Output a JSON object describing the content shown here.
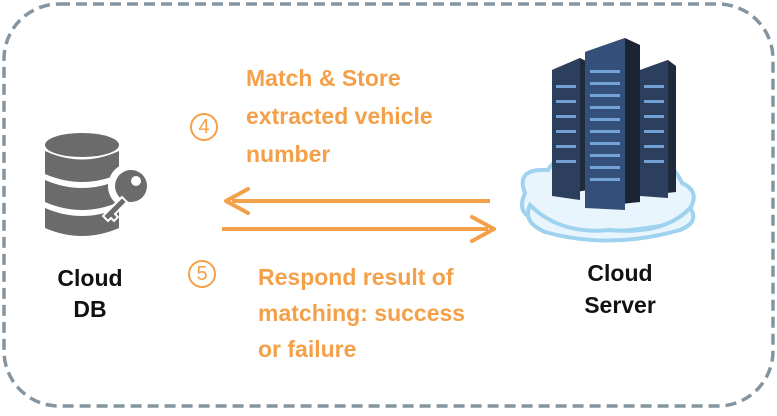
{
  "db": {
    "label_line1": "Cloud",
    "label_line2": "DB",
    "icon": "database-key-icon"
  },
  "server": {
    "label_line1": "Cloud",
    "label_line2": "Server",
    "icon": "cloud-server-icon"
  },
  "step4": {
    "number": "4",
    "line1": "Match & Store",
    "line2": "extracted vehicle",
    "line3": "number"
  },
  "step5": {
    "number": "5",
    "line1": "Respond result of",
    "line2": "matching: success",
    "line3": "or failure"
  },
  "colors": {
    "accent": "#f4a049",
    "border": "#8495a1",
    "db_icon": "#6b6b6b",
    "cloud": "#9fd2ef"
  }
}
